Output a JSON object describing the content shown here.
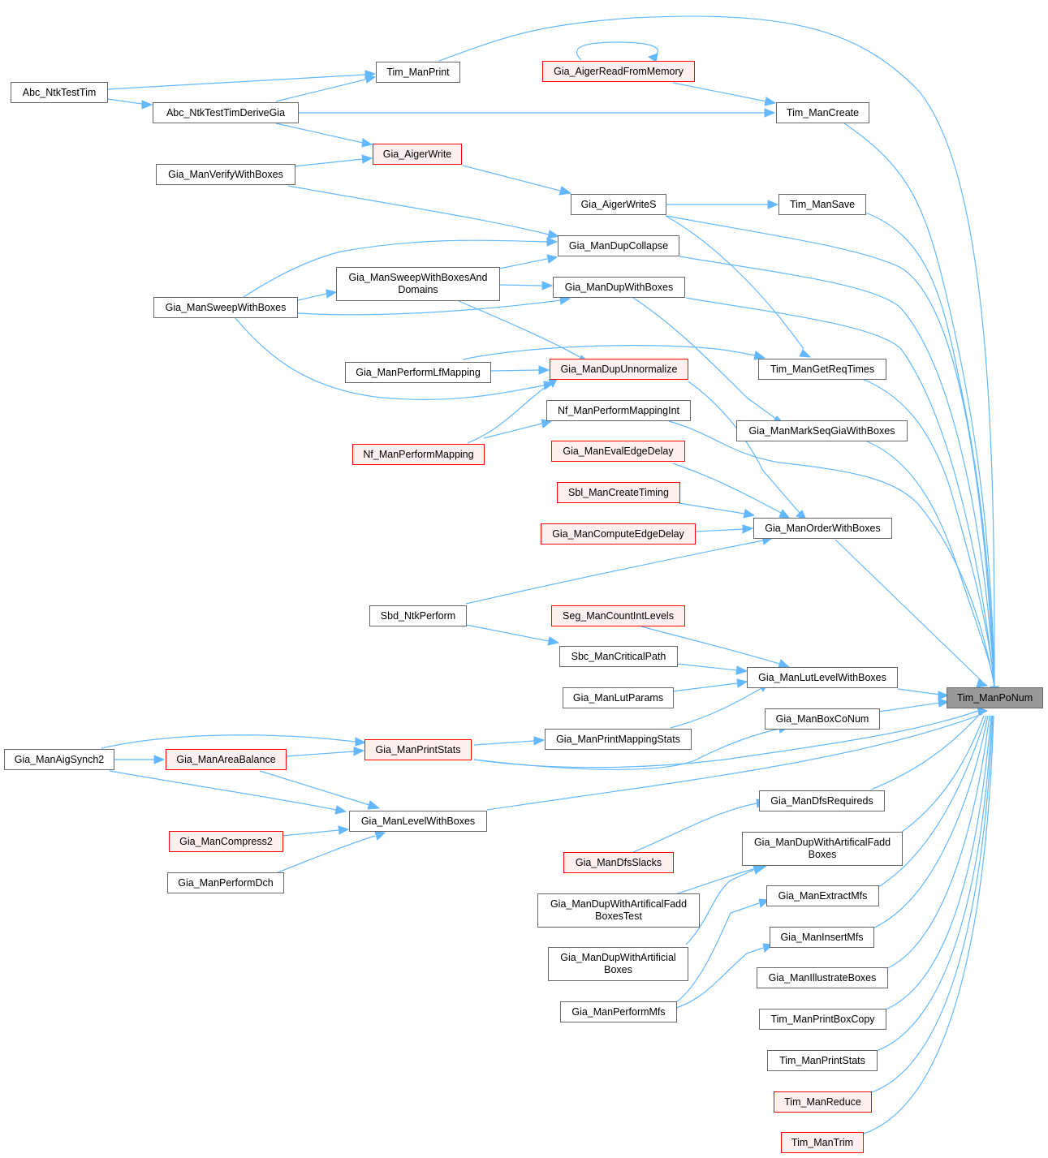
{
  "diagram": {
    "type": "call-graph",
    "root": "Tim_ManPoNum",
    "colors": {
      "edge": "#63b8ff",
      "border": "#666666",
      "truncated_border": "#ff0000",
      "truncated_fill": "#fff0f0",
      "root_fill": "#999999"
    },
    "nodes": [
      {
        "id": "root",
        "label": "Tim_ManPoNum",
        "style": "root"
      },
      {
        "id": "abc_ntktesttim",
        "label": "Abc_NtkTestTim"
      },
      {
        "id": "tim_manprint",
        "label": "Tim_ManPrint"
      },
      {
        "id": "gia_aigerreadfrommemory",
        "label": "Gia_AigerReadFromMemory",
        "style": "truncated"
      },
      {
        "id": "abc_ntktesttimderivegia",
        "label": "Abc_NtkTestTimDeriveGia"
      },
      {
        "id": "tim_mancreate",
        "label": "Tim_ManCreate"
      },
      {
        "id": "gia_aigerwrite",
        "label": "Gia_AigerWrite",
        "style": "truncated"
      },
      {
        "id": "gia_manverifywithboxes",
        "label": "Gia_ManVerifyWithBoxes"
      },
      {
        "id": "gia_aigerwrites",
        "label": "Gia_AigerWriteS"
      },
      {
        "id": "tim_mansave",
        "label": "Tim_ManSave"
      },
      {
        "id": "gia_mandupcollapse",
        "label": "Gia_ManDupCollapse"
      },
      {
        "id": "gia_mansweepwithboxesanddomains",
        "label": "Gia_ManSweepWithBoxesAnd\nDomains"
      },
      {
        "id": "gia_mandupwithboxes",
        "label": "Gia_ManDupWithBoxes"
      },
      {
        "id": "gia_mansweepwithboxes",
        "label": "Gia_ManSweepWithBoxes"
      },
      {
        "id": "gia_manperformlfmapping",
        "label": "Gia_ManPerformLfMapping"
      },
      {
        "id": "gia_mandupunnormalize",
        "label": "Gia_ManDupUnnormalize",
        "style": "truncated"
      },
      {
        "id": "tim_mangetreqtimes",
        "label": "Tim_ManGetReqTimes"
      },
      {
        "id": "nf_manperformmappingint",
        "label": "Nf_ManPerformMappingInt"
      },
      {
        "id": "gia_manmarkseqgiawithboxes",
        "label": "Gia_ManMarkSeqGiaWithBoxes"
      },
      {
        "id": "nf_manperformmapping",
        "label": "Nf_ManPerformMapping",
        "style": "truncated"
      },
      {
        "id": "gia_manevaledgedelay",
        "label": "Gia_ManEvalEdgeDelay",
        "style": "truncated"
      },
      {
        "id": "sbl_mancreatetiming",
        "label": "Sbl_ManCreateTiming",
        "style": "truncated"
      },
      {
        "id": "gia_mancomputeedgedelay",
        "label": "Gia_ManComputeEdgeDelay",
        "style": "truncated"
      },
      {
        "id": "gia_manorderwithboxes",
        "label": "Gia_ManOrderWithBoxes"
      },
      {
        "id": "sbd_ntkperform",
        "label": "Sbd_NtkPerform"
      },
      {
        "id": "seg_mancountintlevels",
        "label": "Seg_ManCountIntLevels",
        "style": "truncated"
      },
      {
        "id": "sbc_mancriticalpath",
        "label": "Sbc_ManCriticalPath"
      },
      {
        "id": "gia_manlutlevelwithboxes",
        "label": "Gia_ManLutLevelWithBoxes"
      },
      {
        "id": "gia_manlutparams",
        "label": "Gia_ManLutParams"
      },
      {
        "id": "gia_manboxconum",
        "label": "Gia_ManBoxCoNum"
      },
      {
        "id": "gia_manprintmappingstats",
        "label": "Gia_ManPrintMappingStats"
      },
      {
        "id": "gia_manaigsynch2",
        "label": "Gia_ManAigSynch2"
      },
      {
        "id": "gia_manareabalance",
        "label": "Gia_ManAreaBalance",
        "style": "truncated"
      },
      {
        "id": "gia_manprintstats",
        "label": "Gia_ManPrintStats",
        "style": "truncated"
      },
      {
        "id": "gia_mandfsrequireds",
        "label": "Gia_ManDfsRequireds"
      },
      {
        "id": "gia_manlevelwithboxes",
        "label": "Gia_ManLevelWithBoxes"
      },
      {
        "id": "gia_mancompress2",
        "label": "Gia_ManCompress2",
        "style": "truncated"
      },
      {
        "id": "gia_mandupwithartificalfaddboxes",
        "label": "Gia_ManDupWithArtificalFadd\nBoxes"
      },
      {
        "id": "gia_mandfsslacks",
        "label": "Gia_ManDfsSlacks",
        "style": "truncated"
      },
      {
        "id": "gia_manperformdch",
        "label": "Gia_ManPerformDch"
      },
      {
        "id": "gia_manextractmfs",
        "label": "Gia_ManExtractMfs"
      },
      {
        "id": "gia_mandupwithartificalfaddboxestest",
        "label": "Gia_ManDupWithArtificalFadd\nBoxesTest"
      },
      {
        "id": "gia_maninsertmfs",
        "label": "Gia_ManInsertMfs"
      },
      {
        "id": "gia_mandupwithartificialboxes",
        "label": "Gia_ManDupWithArtificial\nBoxes"
      },
      {
        "id": "gia_manillustrateboxes",
        "label": "Gia_ManIllustrateBoxes"
      },
      {
        "id": "gia_manperformmfs",
        "label": "Gia_ManPerformMfs"
      },
      {
        "id": "tim_manprintboxcopy",
        "label": "Tim_ManPrintBoxCopy"
      },
      {
        "id": "tim_manprintstats",
        "label": "Tim_ManPrintStats"
      },
      {
        "id": "tim_manreduce",
        "label": "Tim_ManReduce",
        "style": "truncated"
      },
      {
        "id": "tim_mantrim",
        "label": "Tim_ManTrim",
        "style": "truncated"
      }
    ]
  }
}
